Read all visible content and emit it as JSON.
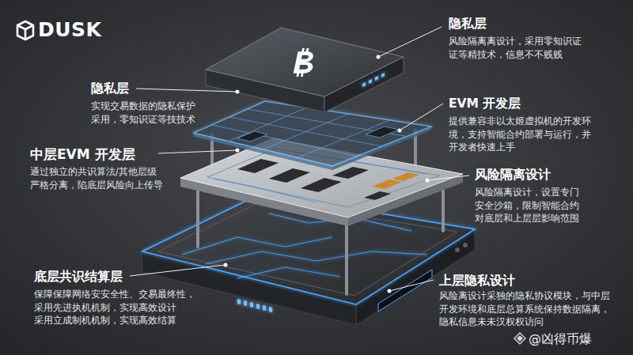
{
  "diagram": {
    "labels": [
      "DUSK",
      "隐私层",
      "风险隔离离设计，采用零知识证 证等精技术，信息不不贱贱",
      "隐私层",
      "实现交易数据的隐私保护 采用，零知识证等技技术",
      "EVM 开发层",
      "提供兼容非以太姬虚拟机的开发环 境，支持智能合约部署与运行，并 开发者快速上手",
      "中层EVM 开发层",
      "通过独立的共识算法/其他层级 严格分离，陷底层风险向上传导",
      "风险隔离设计",
      "风险隔离设计，设置专门 安全沙箱，限制智能合约 对底层和上层层影响范围",
      "底层共识结算层",
      "保障保障网络安安全性、交易最终性， 采用先进执机机制，实现高效设计 采用立成制机机制，实现高效结算",
      "上层隐私设计",
      "风险离设计采独的隐私协议模块，与中层 开发环境和底层总算系统保持数据隔离， 隐私信息未未汉权权访问",
      "@凶得币爆"
    ]
  }
}
